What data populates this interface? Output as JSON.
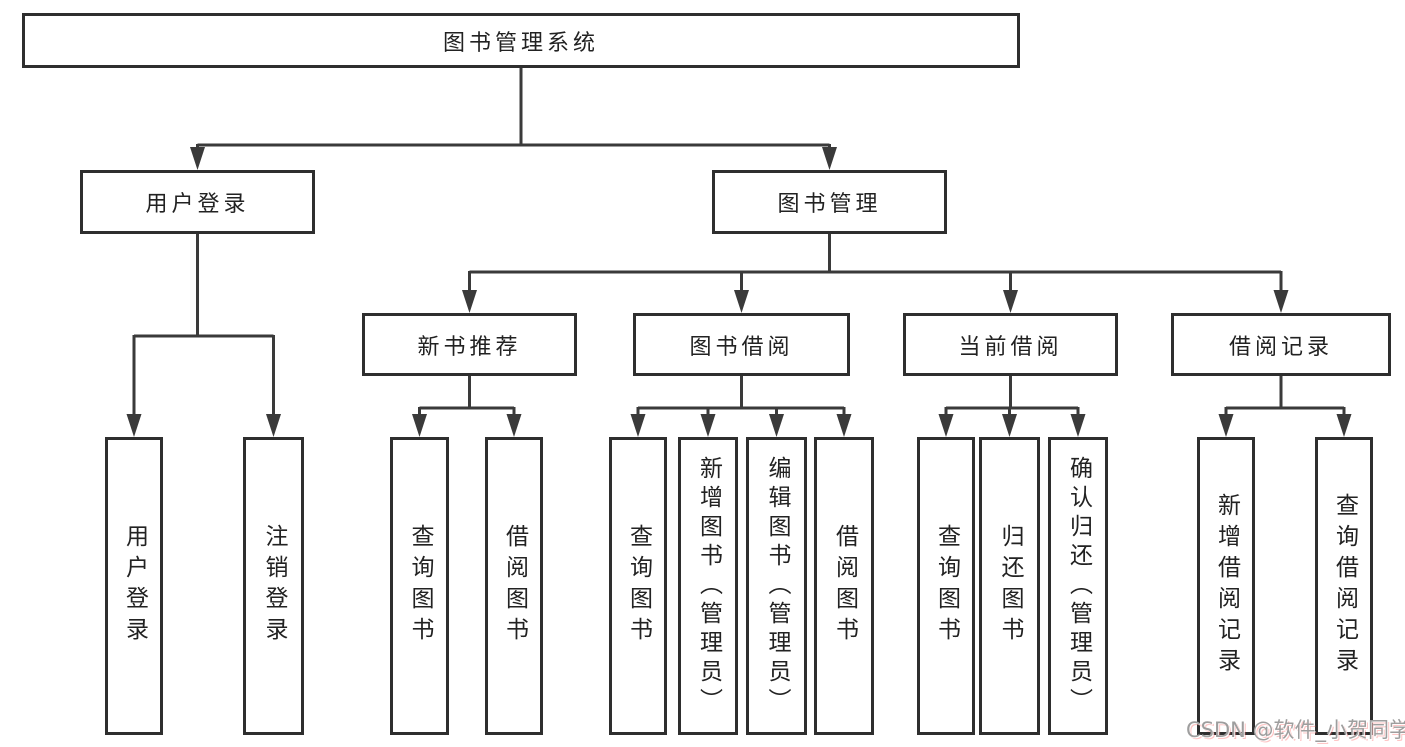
{
  "nodes": {
    "root": {
      "label": "图书管理系统"
    },
    "level2": [
      {
        "label": "用户登录"
      },
      {
        "label": "图书管理"
      }
    ],
    "level3": [
      {
        "label": "新书推荐"
      },
      {
        "label": "图书借阅"
      },
      {
        "label": "当前借阅"
      },
      {
        "label": "借阅记录"
      }
    ],
    "level4": {
      "user_login": [
        {
          "label": "用户登录"
        },
        {
          "label": "注销登录"
        }
      ],
      "new_book_recommend": [
        {
          "label": "查询图书"
        },
        {
          "label": "借阅图书"
        }
      ],
      "book_borrow": [
        {
          "label": "查询图书"
        },
        {
          "label": "新增图书（管理员）"
        },
        {
          "label": "编辑图书（管理员）"
        },
        {
          "label": "借阅图书"
        }
      ],
      "current_borrow": [
        {
          "label": "查询图书"
        },
        {
          "label": "归还图书"
        },
        {
          "label": "确认归还（管理员）"
        }
      ],
      "borrow_record": [
        {
          "label": "新增借阅记录"
        },
        {
          "label": "查询借阅记录"
        }
      ]
    }
  },
  "watermark": {
    "text": "CSDN @软件_小贺同学"
  },
  "colors": {
    "line": "#3a3a3a",
    "box_border": "#2e2e2e",
    "text": "#222222",
    "watermark": "#9e9e9e"
  }
}
